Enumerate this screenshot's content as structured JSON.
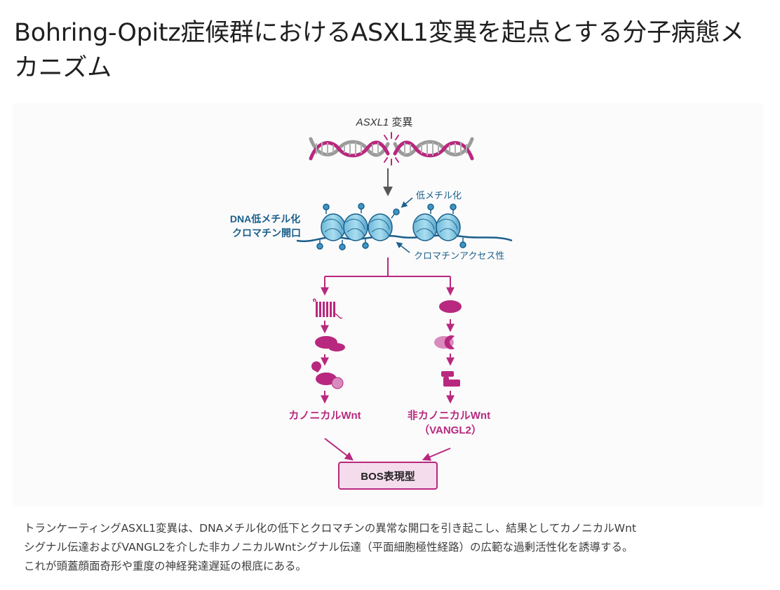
{
  "title": "Bohring-Opitz症候群におけるASXL1変異を起点とする分子病態メカニズム",
  "diagram": {
    "mutation_label_gene": "ASXL1",
    "mutation_label_suffix": " 変異",
    "chromatin_main_label_line1": "DNA低メチル化",
    "chromatin_main_label_line2": "クロマチン開口",
    "hypomethylation_callout": "低メチル化",
    "accessibility_callout": "クロマチンアクセス性",
    "canonical_label": "カノニカルWnt",
    "noncanonical_label_line1": "非カノニカルWnt",
    "noncanonical_label_line2": "（VANGL2）",
    "outcome_label": "BOS表現型"
  },
  "caption": {
    "line1": "トランケーティングASXL1変異は、DNAメチル化の低下とクロマチンの異常な開口を引き起こし、結果としてカノニカルWnt",
    "line2": "シグナル伝達およびVANGL2を介した非カノニカルWntシグナル伝達（平面細胞極性経路）の広範な過剰活性化を誘導する。",
    "line3": "これが頭蓋顔面奇形や重度の神経発達遅延の根底にある。"
  },
  "colors": {
    "magenta": "#b8287e",
    "magenta_light": "#d98bbd",
    "blue": "#1b5f8c",
    "blue_fill": "#8ecfe6",
    "outcome_fill": "#f5dcec",
    "arrow_gray": "#555555"
  }
}
